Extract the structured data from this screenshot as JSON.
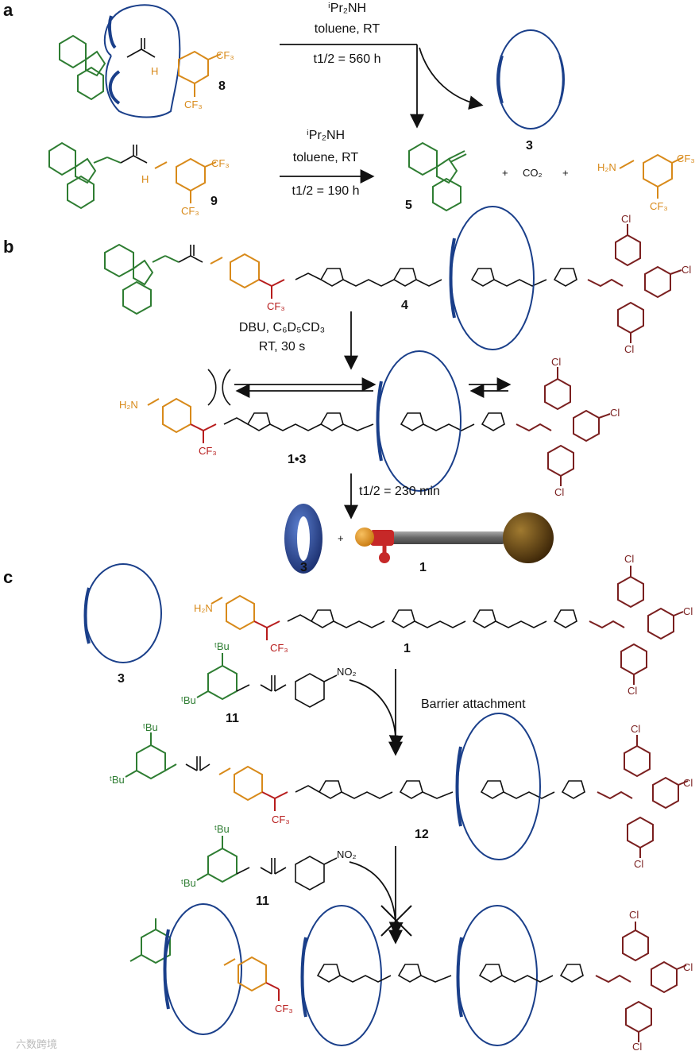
{
  "panels": {
    "a": "a",
    "b": "b",
    "c": "c"
  },
  "panel_a": {
    "top_reagent": "ⁱPr₂NH",
    "top_solvent": "toluene, RT",
    "top_halflife": "t1/2 = 560 h",
    "bottom_reagent": "ⁱPr₂NH",
    "bottom_solvent": "toluene, RT",
    "bottom_halflife": "t1/2 = 190 h",
    "compound_8": "8",
    "compound_9": "9",
    "compound_3": "3",
    "compound_5": "5",
    "plus1": "+",
    "co2": "CO₂",
    "plus2": "+",
    "cf3_a": "CF₃",
    "cf3_b": "CF₃",
    "cf3_c": "CF₃",
    "cf3_d": "CF₃",
    "cf3_e": "CF₃",
    "cf3_f": "CF₃",
    "nh_8": "H",
    "nh_9": "H",
    "h2n": "H₂N"
  },
  "panel_b": {
    "compound_4": "4",
    "reagent": "DBU, C₆D₅CD₃",
    "conditions": "RT, 30 s",
    "compound_13": "1•3",
    "halflife": "t1/2 = 230 min",
    "ring_label": "3",
    "axle_label": "1",
    "plus": "+",
    "h2n": "H₂N",
    "cf3_1": "CF₃",
    "cf3_2": "CF₃",
    "cl": [
      "Cl",
      "Cl",
      "Cl",
      "Cl",
      "Cl",
      "Cl"
    ]
  },
  "panel_c": {
    "compound_3": "3",
    "compound_1": "1",
    "compound_11a": "11",
    "compound_12": "12",
    "compound_11b": "11",
    "barrier": "Barrier attachment",
    "no2_a": "NO₂",
    "no2_b": "NO₂",
    "h2n": "H₂N",
    "tbu": [
      "ᵗBu",
      "ᵗBu",
      "ᵗBu",
      "ᵗBu",
      "ᵗBu",
      "ᵗBu"
    ],
    "cf3": [
      "CF₃",
      "CF₃",
      "CF₃"
    ],
    "cl": [
      "Cl",
      "Cl",
      "Cl",
      "Cl",
      "Cl",
      "Cl",
      "Cl",
      "Cl",
      "Cl"
    ]
  },
  "watermark": "六数跨境",
  "colors": {
    "fluorenyl": "#2e7d32",
    "benzylamine": "#d88a1a",
    "linker": "#b71c1c",
    "stopper": "#7a1f1f",
    "macrocycle": "#1a3f8a",
    "axle": "#777777",
    "ball": "#6b4a12"
  }
}
